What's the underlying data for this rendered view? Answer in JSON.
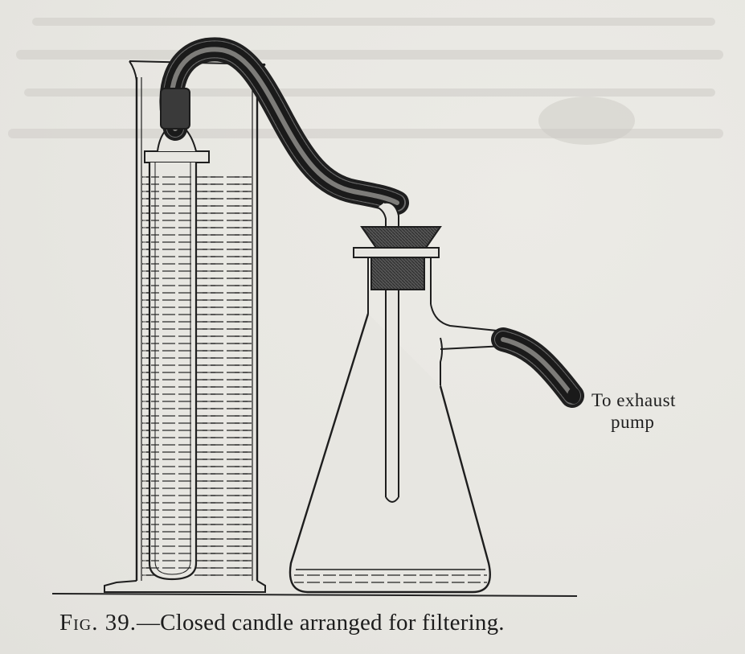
{
  "figure": {
    "callout": {
      "line1": "To exhaust",
      "line2": "pump"
    },
    "caption": {
      "label": "Fig. 39.",
      "text": "—Closed candle arranged for filtering."
    }
  },
  "colors": {
    "paper": "#e9e8e3",
    "ink": "#1e1e1e",
    "bleed_through": "#cfcdc8"
  }
}
